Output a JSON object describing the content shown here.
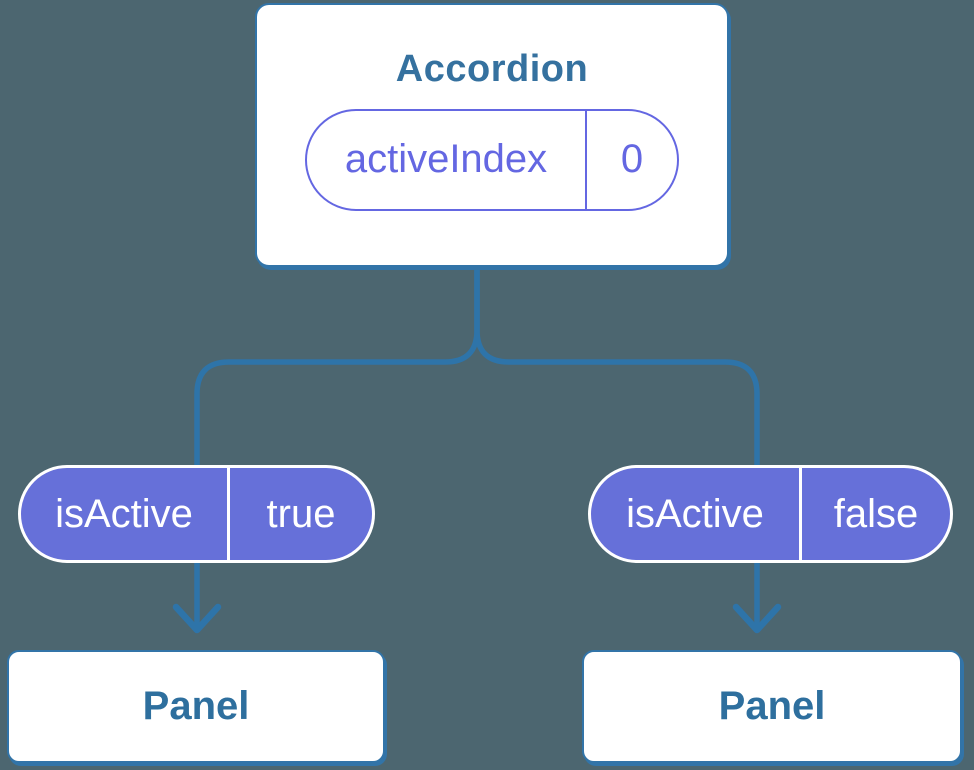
{
  "diagram_type": "component-tree",
  "colors": {
    "background": "#4c6670",
    "connector_line": "#2e74a9",
    "card_border": "#3274a8",
    "card_fill": "#ffffff",
    "card_title_text": "#35719f",
    "panel_title_text": "#2e6f9e",
    "state_pill_outline": "#6467e2",
    "prop_pill_fill": "#6670d9",
    "prop_pill_text": "#ffffff"
  },
  "accordion_card": {
    "title": "Accordion",
    "state_pill": {
      "name": "activeIndex",
      "value": "0"
    }
  },
  "left_branch": {
    "prop_pill": {
      "name": "isActive",
      "value": "true"
    },
    "panel": {
      "label": "Panel"
    }
  },
  "right_branch": {
    "prop_pill": {
      "name": "isActive",
      "value": "false"
    },
    "panel": {
      "label": "Panel"
    }
  }
}
